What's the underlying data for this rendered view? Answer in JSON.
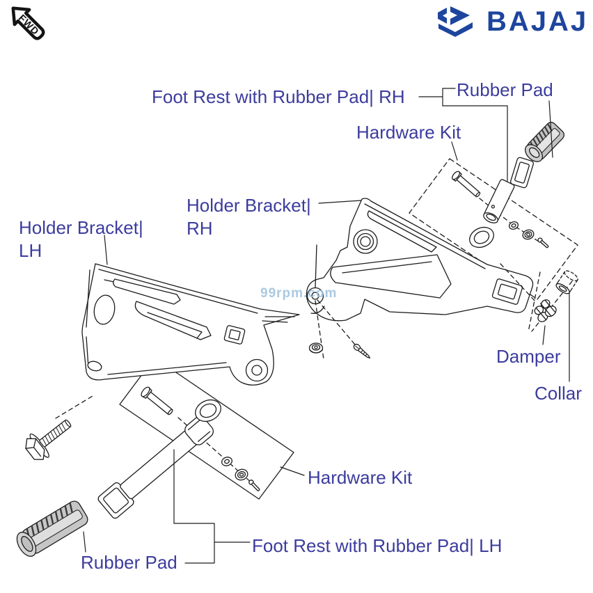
{
  "header": {
    "fwd_badge": "FWD",
    "brand_name": "BAJAJ",
    "brand_color": "#1e459e"
  },
  "watermark": {
    "text": "99rpm.com",
    "color": "#a3c4de"
  },
  "labels": {
    "color": "#3c3c9e",
    "foot_rest_rh": "Foot Rest with Rubber Pad| RH",
    "rubber_pad_rh": "Rubber Pad",
    "hardware_kit_rh": "Hardware Kit",
    "holder_bracket_rh": {
      "line1": "Holder Bracket|",
      "line2": "RH"
    },
    "holder_bracket_lh": {
      "line1": "Holder Bracket|",
      "line2": "LH"
    },
    "damper": "Damper",
    "collar": "Collar",
    "hardware_kit_lh": "Hardware Kit",
    "foot_rest_lh": "Foot Rest with Rubber Pad| LH",
    "rubber_pad_lh": "Rubber Pad"
  }
}
